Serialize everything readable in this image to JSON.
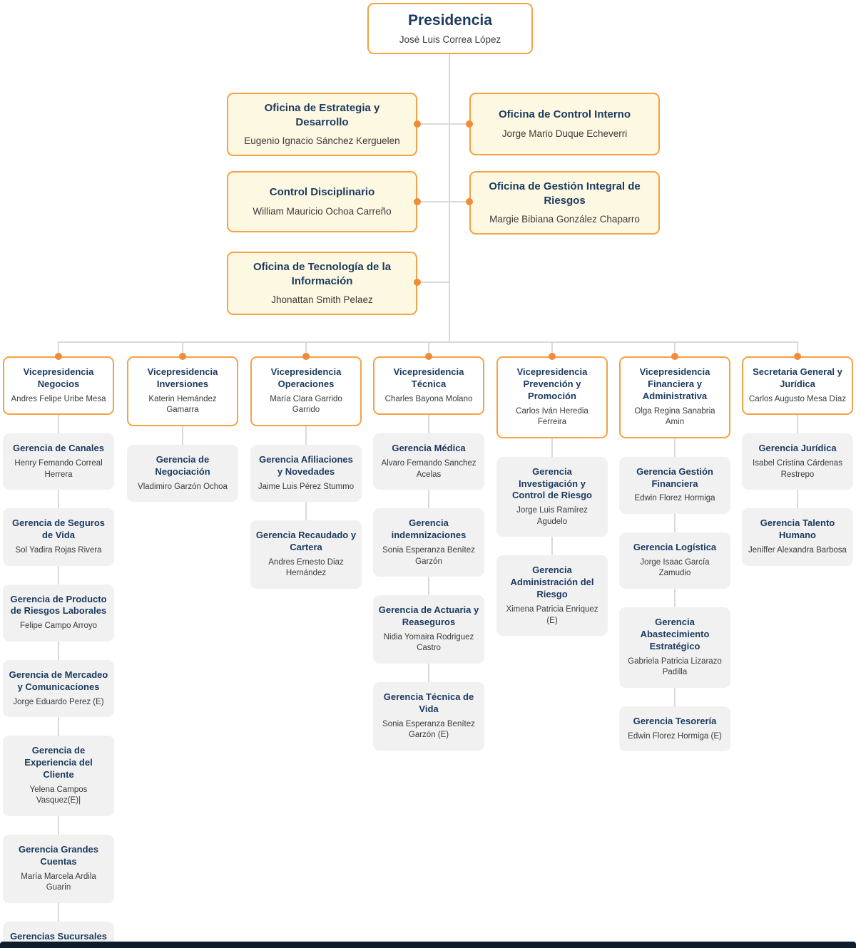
{
  "colors": {
    "background": "#FFFFFF",
    "accent_border": "#F5A243",
    "node_yellow_fill": "#FDF8E2",
    "node_gray_fill": "#F1F1F2",
    "dot_orange": "#F08B3A",
    "title_navy": "#1B3A5E",
    "name_text": "#3B3B3B",
    "connector_gray": "#D9D9D9",
    "footer_dark": "#0E1D2E"
  },
  "root": {
    "title": "Presidencia",
    "person": "José Luis Correa López"
  },
  "staff": [
    {
      "title": "Oficina de Estrategia y Desarrollo",
      "person": "Eugenio Ignacio Sánchez Kerguelen"
    },
    {
      "title": "Oficina de Control Interno",
      "person": "Jorge Mario Duque Echeverri"
    },
    {
      "title": "Control Disciplinario",
      "person": "William Mauricio Ochoa Carreño"
    },
    {
      "title": "Oficina de Gestión Integral de Riesgos",
      "person": "Margie Bibiana González Chaparro"
    },
    {
      "title": "Oficina de Tecnología de la Información",
      "person": "Jhonattan Smith Pelaez"
    }
  ],
  "branches": [
    {
      "title": "Vicepresidencia Negocios",
      "person": "Andres Felipe Uribe Mesa",
      "children": [
        {
          "title": "Gerencia de Canales",
          "person": "Henry Femando Correal Herrera"
        },
        {
          "title": "Gerencia de Seguros de Vida",
          "person": "Sol Yadira Rojas Rivera"
        },
        {
          "title": "Gerencia de Producto de Riesgos Laborales",
          "person": "Felipe Campo Arroyo"
        },
        {
          "title": "Gerencia de Mercadeo y Comunicaciones",
          "person": "Jorge Eduardo Perez (E)"
        },
        {
          "title": "Gerencia de Experiencia del Cliente",
          "person": "Yelena Campos Vasquez(E)|"
        },
        {
          "title": "Gerencia Grandes Cuentas",
          "person": "María Marcela Ardila Guarin"
        },
        {
          "title": "Gerencias Sucursales",
          "person": ""
        }
      ]
    },
    {
      "title": "Vicepresidencia Inversiones",
      "person": "Katerin Hemández Gamarra",
      "children": [
        {
          "title": "Gerencia de Negociación",
          "person": "Vladimiro Garzón Ochoa"
        }
      ]
    },
    {
      "title": "Vicepresidencia Operaciones",
      "person": "María Clara Garrido Garrido",
      "children": [
        {
          "title": "Gerencia Afiliaciones y Novedades",
          "person": "Jaime Luis Pérez Stummo"
        },
        {
          "title": "Gerencia Recaudado y Cartera",
          "person": "Andres Ernesto Diaz Hernández"
        }
      ]
    },
    {
      "title": "Vicepresidencia Técnica",
      "person": "Charles Bayona Molano",
      "children": [
        {
          "title": "Gerencia Médica",
          "person": "Alvaro Fernando Sanchez Acelas"
        },
        {
          "title": "Gerencia indemnizaciones",
          "person": "Sonia Esperanza Benítez Garzón"
        },
        {
          "title": "Gerencia de Actuaria y Reaseguros",
          "person": "Nidia Yomaira Rodriguez Castro"
        },
        {
          "title": "Gerencia Técnica de Vida",
          "person": "Sonia Esperanza Benítez Garzón (E)"
        }
      ]
    },
    {
      "title": "Vicepresidencia Prevención y Promoción",
      "person": "Carlos Iván Heredia Ferreira",
      "children": [
        {
          "title": "Gerencia Investigación y Control de Riesgo",
          "person": "Jorge Luis Ramírez Agudelo"
        },
        {
          "title": "Gerencia Administración del Riesgo",
          "person": "Ximena Patricia Enriquez (E)"
        }
      ]
    },
    {
      "title": "Vicepresidencia Financiera y Administrativa",
      "person": "Olga Regina Sanabria Amin",
      "children": [
        {
          "title": "Gerencia Gestión Financiera",
          "person": "Edwin Florez Hormiga"
        },
        {
          "title": "Gerencia Logística",
          "person": "Jorge Isaac García Zamudio"
        },
        {
          "title": "Gerencia Abastecimiento Estratégico",
          "person": "Gabriela Patricia Lizarazo Padilla"
        },
        {
          "title": "Gerencia Tesorería",
          "person": "Edwin Florez Hormiga (E)"
        }
      ]
    },
    {
      "title": "Secretaria General y Jurídica",
      "person": "Carlos Augusto Mesa Díaz",
      "children": [
        {
          "title": "Gerencia Jurídica",
          "person": "Isabel Cristina Cárdenas Restrepo"
        },
        {
          "title": "Gerencia Talento Humano",
          "person": "Jeniffer Alexandra Barbosa"
        }
      ]
    }
  ]
}
